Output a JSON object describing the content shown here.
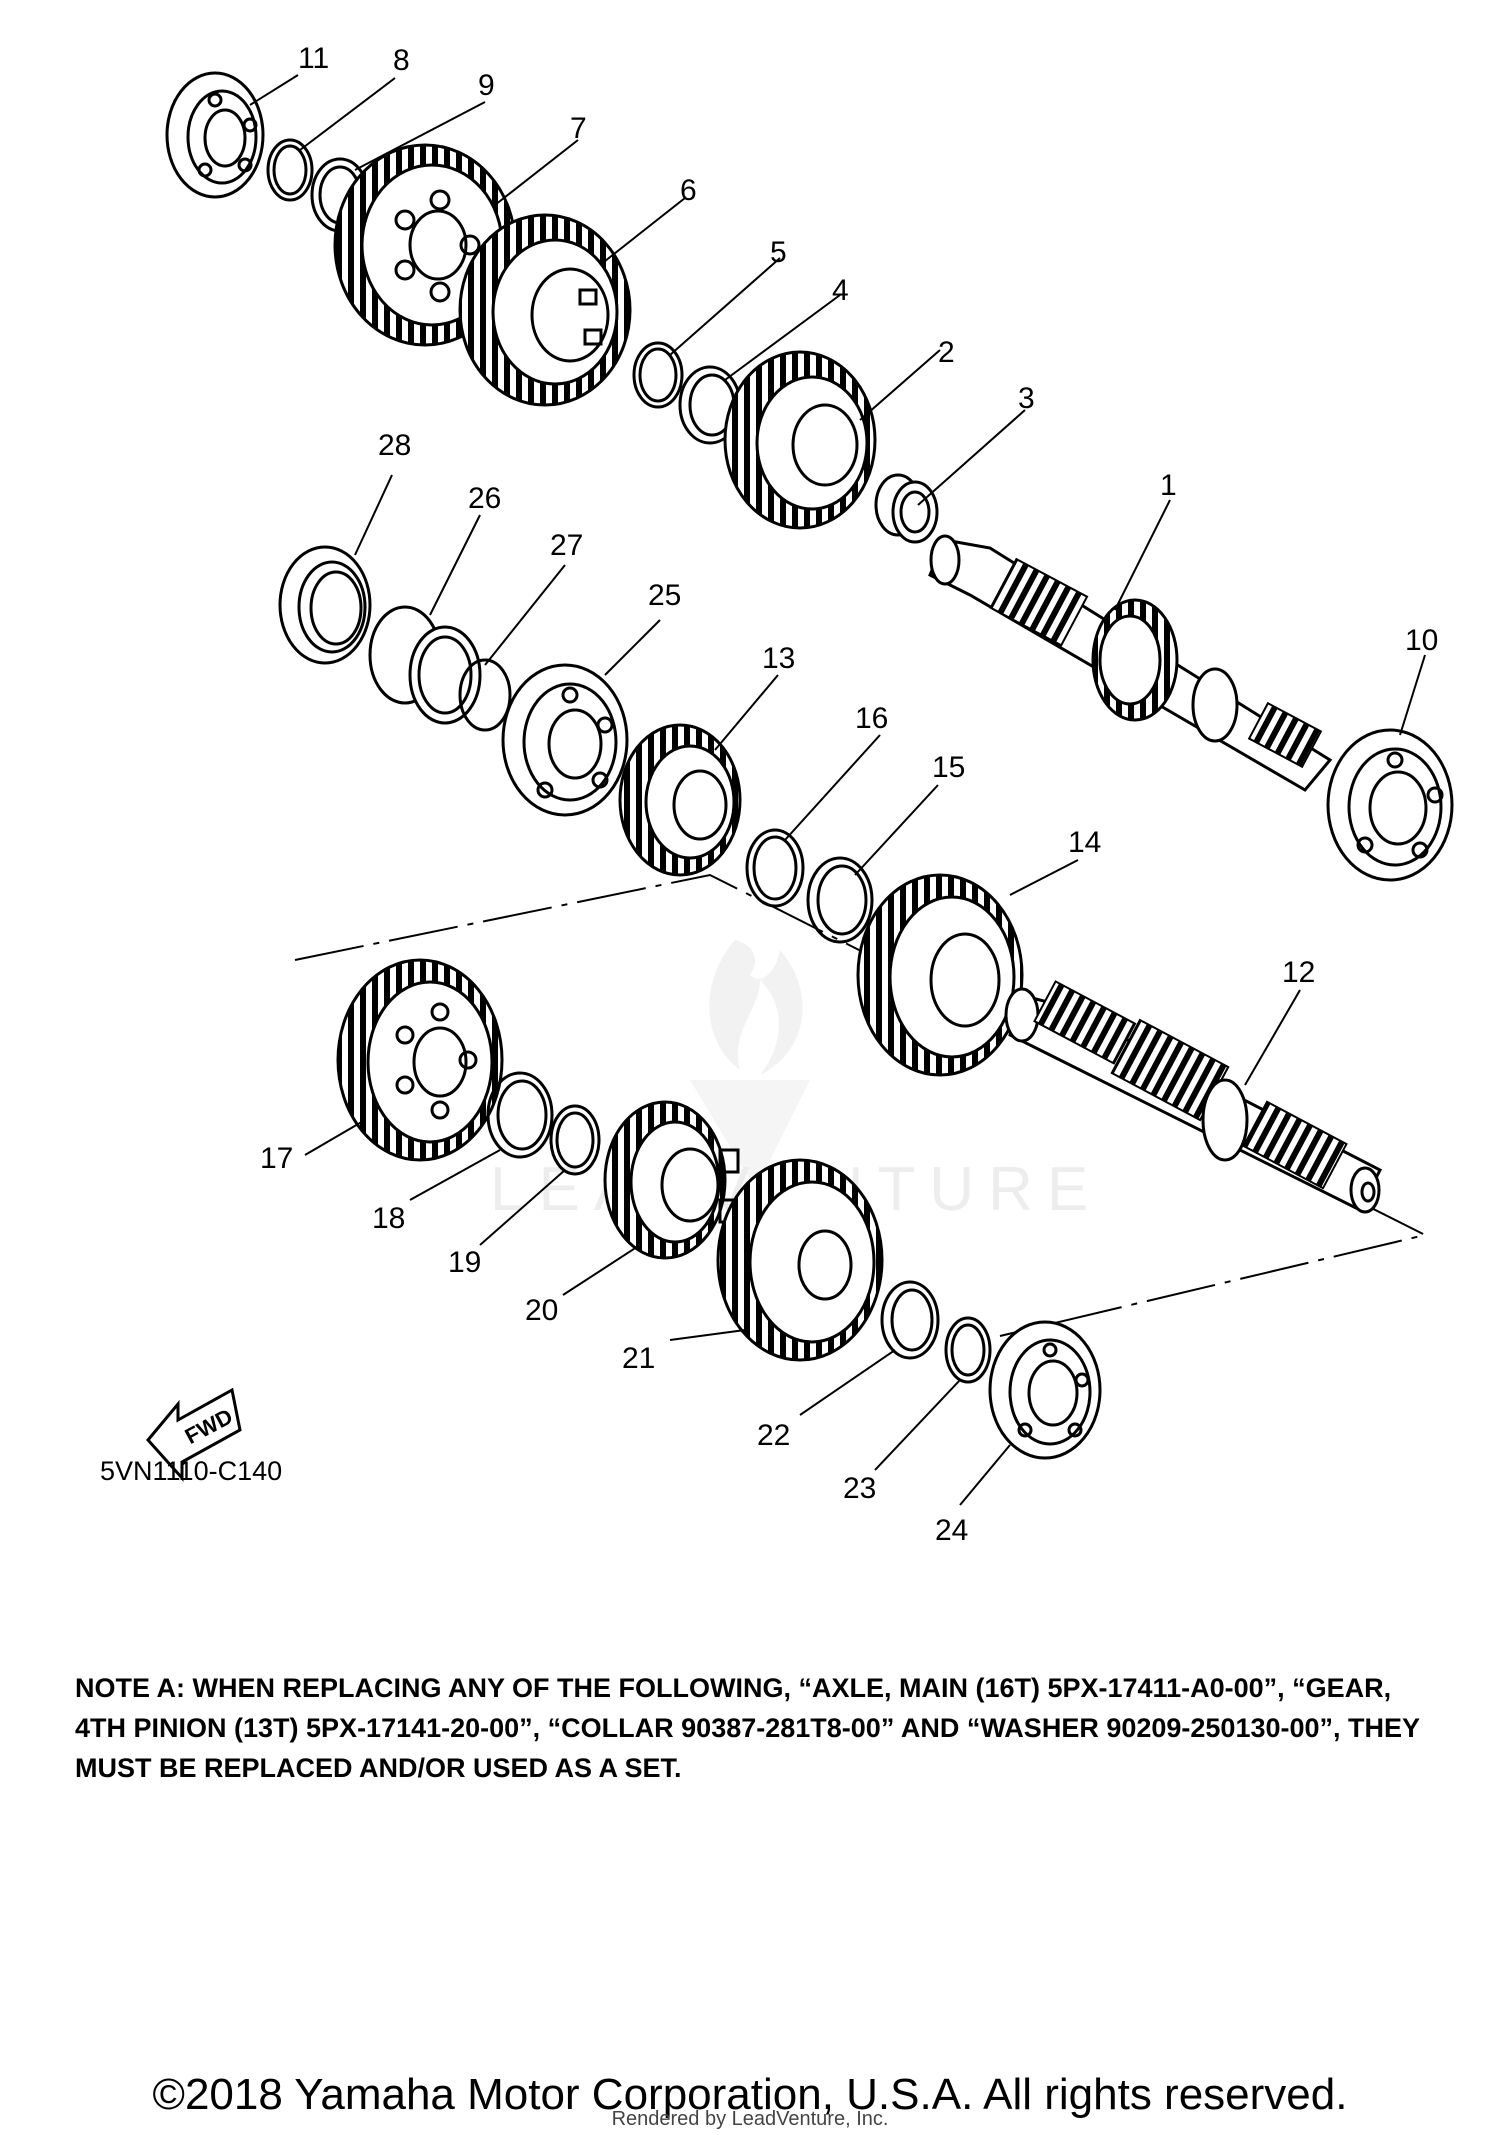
{
  "diagram": {
    "code": "5VN1110-C140",
    "fwd_label": "FWD",
    "watermark": "LEADVENTURE",
    "callouts": [
      "11",
      "8",
      "9",
      "7",
      "6",
      "5",
      "4",
      "2",
      "3",
      "1",
      "10",
      "28",
      "26",
      "27",
      "25",
      "13",
      "16",
      "15",
      "14",
      "12",
      "17",
      "18",
      "19",
      "20",
      "21",
      "22",
      "23",
      "24"
    ]
  },
  "note": "NOTE A: WHEN REPLACING ANY OF THE FOLLOWING, “AXLE, MAIN (16T) 5PX-17411-A0-00”, “GEAR, 4TH PINION (13T) 5PX-17141-20-00”, “COLLAR 90387-281T8-00” AND “WASHER 90209-250130-00”, THEY MUST BE REPLACED AND/OR USED AS A SET.",
  "footer": {
    "copyright": "©2018 Yamaha Motor Corporation, U.S.A. All rights reserved.",
    "rendered_by": "Rendered by LeadVenture, Inc."
  }
}
